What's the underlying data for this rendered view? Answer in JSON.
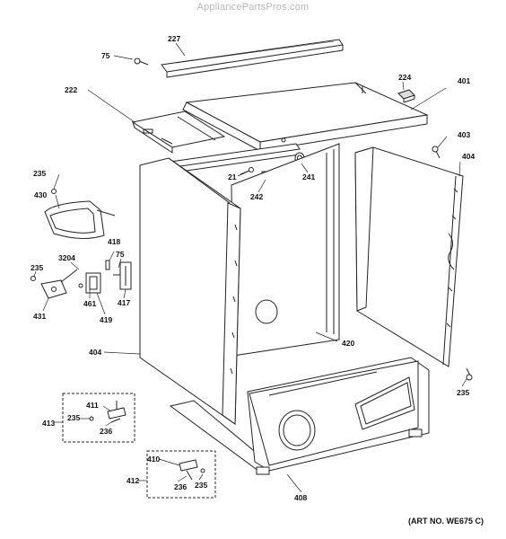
{
  "header": {
    "watermark": "AppliancePartsPros.com"
  },
  "art_number": "(ART NO. WE675 C)",
  "callouts": [
    {
      "id": "227",
      "text": "227"
    },
    {
      "id": "75a",
      "text": "75"
    },
    {
      "id": "224",
      "text": "224"
    },
    {
      "id": "401",
      "text": "401"
    },
    {
      "id": "222",
      "text": "222"
    },
    {
      "id": "403",
      "text": "403"
    },
    {
      "id": "404a",
      "text": "404"
    },
    {
      "id": "235a",
      "text": "235"
    },
    {
      "id": "21",
      "text": "21"
    },
    {
      "id": "241",
      "text": "241"
    },
    {
      "id": "242",
      "text": "242"
    },
    {
      "id": "430",
      "text": "430"
    },
    {
      "id": "418",
      "text": "418"
    },
    {
      "id": "75b",
      "text": "75"
    },
    {
      "id": "3204",
      "text": "3204"
    },
    {
      "id": "235b",
      "text": "235"
    },
    {
      "id": "461",
      "text": "461"
    },
    {
      "id": "417",
      "text": "417"
    },
    {
      "id": "431",
      "text": "431"
    },
    {
      "id": "419",
      "text": "419"
    },
    {
      "id": "404b",
      "text": "404"
    },
    {
      "id": "420",
      "text": "420"
    },
    {
      "id": "235c",
      "text": "235"
    },
    {
      "id": "411",
      "text": "411"
    },
    {
      "id": "235d",
      "text": "235"
    },
    {
      "id": "413",
      "text": "413"
    },
    {
      "id": "236a",
      "text": "236"
    },
    {
      "id": "410",
      "text": "410"
    },
    {
      "id": "412",
      "text": "412"
    },
    {
      "id": "236b",
      "text": "236"
    },
    {
      "id": "235e",
      "text": "235"
    },
    {
      "id": "408",
      "text": "408"
    }
  ]
}
